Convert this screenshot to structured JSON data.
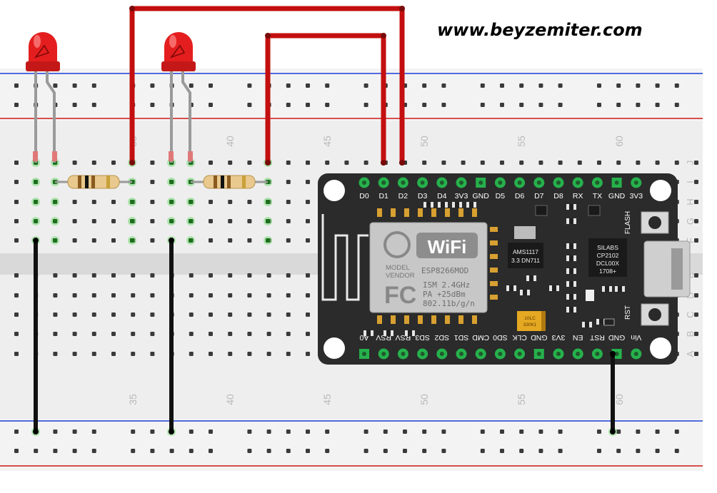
{
  "website": "www.beyzemiter.com",
  "breadboard": {
    "column_numbers_top": [
      "35",
      "40",
      "45",
      "50",
      "55",
      "60"
    ],
    "column_numbers_bottom": [
      "35",
      "40",
      "45",
      "50",
      "55",
      "60"
    ],
    "row_letters_top": [
      "J",
      "I",
      "H",
      "G",
      "F"
    ],
    "row_letters_bottom": [
      "E",
      "D",
      "C",
      "B",
      "A"
    ]
  },
  "nodemcu": {
    "top_pins": [
      "D0",
      "D1",
      "D2",
      "D3",
      "D4",
      "3V3",
      "GND",
      "D5",
      "D6",
      "D7",
      "D8",
      "RX",
      "TX",
      "GND",
      "3V3"
    ],
    "bottom_pins": [
      "A0",
      "RSV",
      "RSV",
      "SD3",
      "SD2",
      "SD1",
      "CMD",
      "SD0",
      "CLK",
      "GND",
      "3V3",
      "EN",
      "RST",
      "GND",
      "Vin"
    ],
    "module_brand": "WiFi",
    "model_label": "MODEL",
    "vendor_label": "VENDOR",
    "model_name": "ESP8266MOD",
    "fcc": "FC",
    "ism": "ISM 2.4GHz",
    "pa": "PA +25dBm",
    "standard": "802.11b/g/n",
    "regulator_line1": "AMS1117",
    "regulator_line2": "3.3  DN711",
    "usb_chip_line1": "SILABS",
    "usb_chip_line2": "CP2102",
    "usb_chip_line3": "DCL00X",
    "usb_chip_line4": "1708+",
    "flash_label": "FLASH",
    "rst_label": "RST",
    "cap_label_1": "10LC",
    "cap_label_2": "330K1"
  },
  "colors": {
    "board": "#eeeeee",
    "rail_line_blue": "#1d3fd6",
    "rail_line_red": "#d01818",
    "wire_red": "#c30f0f",
    "wire_black": "#111111",
    "led": "#e41e1e",
    "pcb": "#2b2b2b",
    "pin_green": "#26b14c",
    "shield": "#c7c7c7"
  }
}
